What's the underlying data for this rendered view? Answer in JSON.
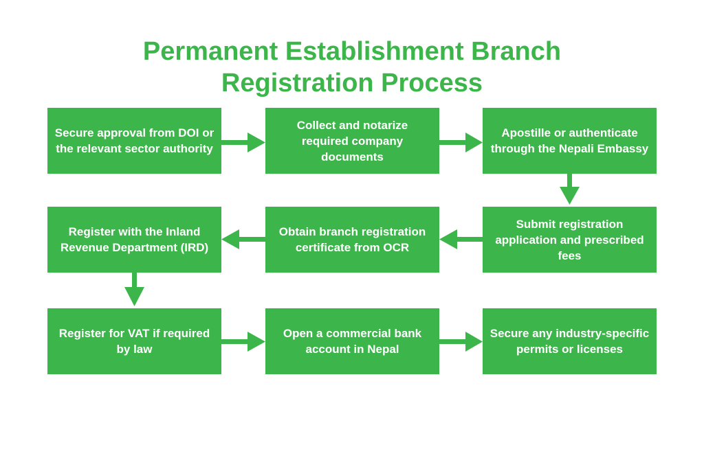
{
  "title": {
    "line1": "Permanent Establishment Branch",
    "line2": "Registration Process"
  },
  "colors": {
    "accent": "#3cb54a",
    "box_text": "#ffffff",
    "background": "#ffffff"
  },
  "steps": [
    {
      "label": "Secure approval from DOI or the relevant sector authority"
    },
    {
      "label": "Collect and notarize required company documents"
    },
    {
      "label": "Apostille or authenticate through the Nepali Embassy"
    },
    {
      "label": "Submit registration application and prescribed fees"
    },
    {
      "label": "Obtain branch registration certificate from OCR"
    },
    {
      "label": "Register with the Inland Revenue Department (IRD)"
    },
    {
      "label": "Register for VAT if required by law"
    },
    {
      "label": "Open a commercial bank account in Nepal"
    },
    {
      "label": "Secure any industry-specific permits or licenses"
    }
  ]
}
